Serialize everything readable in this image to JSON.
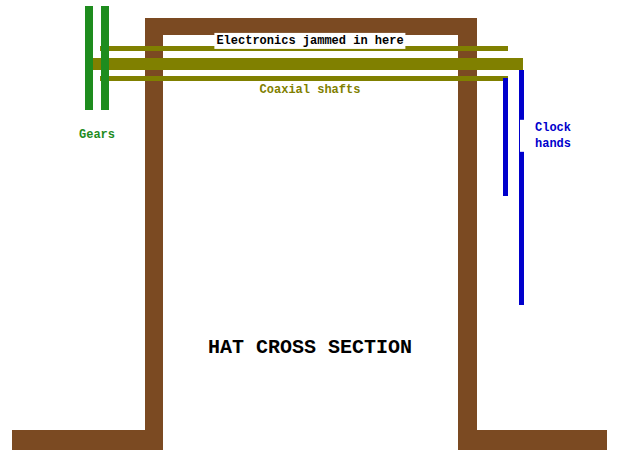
{
  "diagram": {
    "title": "HAT CROSS SECTION",
    "labels": [
      "Electronics jammed in here",
      "Coaxial shafts",
      "Gears",
      "Clock hands"
    ]
  }
}
